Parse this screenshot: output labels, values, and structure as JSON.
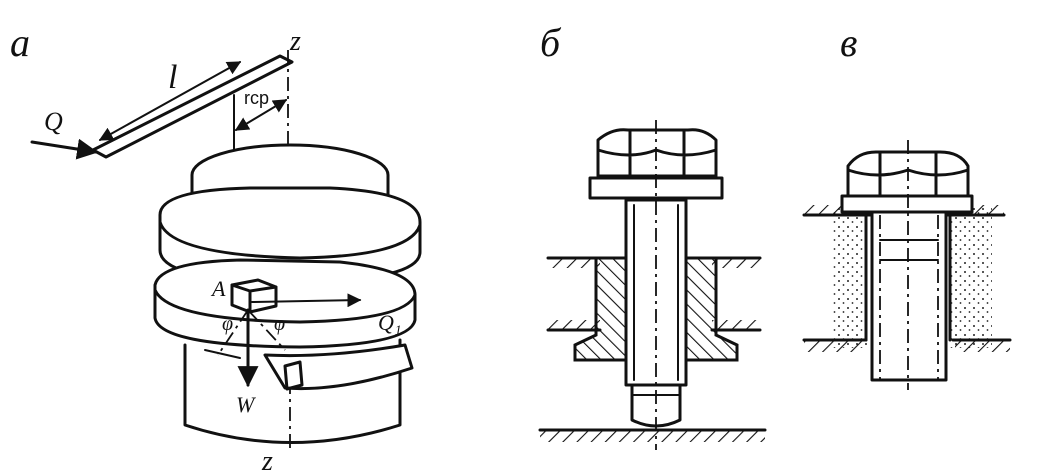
{
  "panels": {
    "a": {
      "letter": "а",
      "labels": {
        "z_top": "z",
        "z_bottom": "z",
        "l": "l",
        "Q": "Q",
        "rcp": "rср",
        "A": "A",
        "phi_left": "φ",
        "phi_right": "φ",
        "Q1": "Q₁",
        "W": "W"
      }
    },
    "b": {
      "letter": "б"
    },
    "v": {
      "letter": "в"
    }
  }
}
